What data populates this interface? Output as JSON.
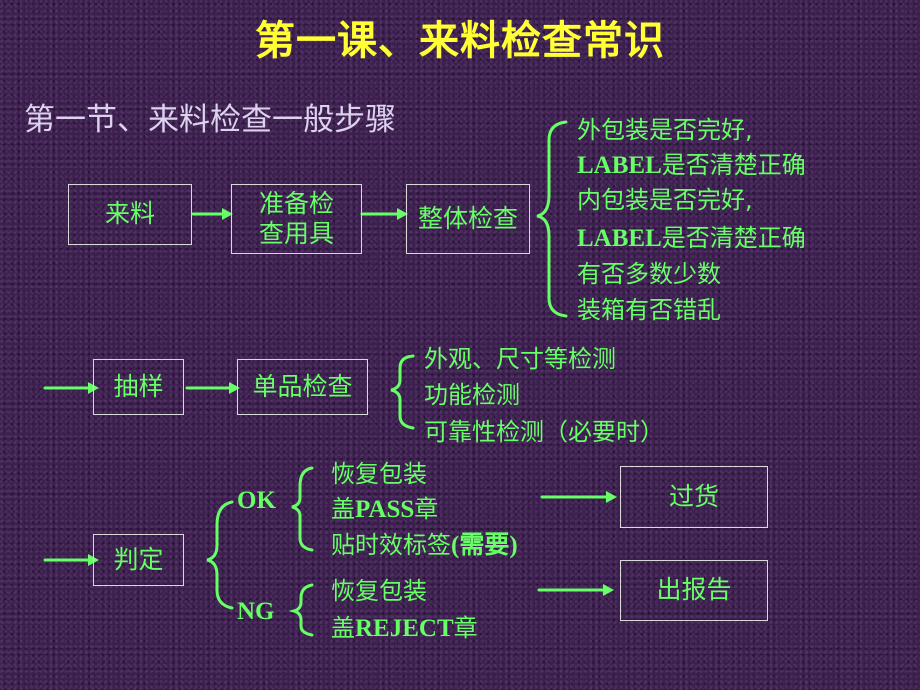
{
  "title": "第一课、来料检查常识",
  "subtitle": "第一节、来料检查一般步骤",
  "flow1": {
    "incoming": "来料",
    "prepare_line1": "准备检",
    "prepare_line2": "查用具",
    "overall": "整体检查",
    "items": [
      "外包装是否完好,",
      "LABEL",
      "是否清楚正确",
      "内包装是否完好,",
      "LABEL",
      "是否清楚正确",
      "有否多数少数",
      "装箱有否错乱"
    ]
  },
  "flow2": {
    "sampling": "抽样",
    "single": "单品检查",
    "items": [
      "外观、尺寸等检测",
      "功能检测",
      "可靠性检测（必要时）"
    ]
  },
  "flow3": {
    "judge": "判定",
    "ok_label": "OK",
    "ok_items": [
      "恢复包装",
      "盖",
      "PASS",
      "章",
      "贴时效标签",
      "(需要)"
    ],
    "ng_label": "NG",
    "ng_items": [
      "恢复包装",
      "盖",
      "REJECT",
      "章"
    ],
    "pass_goods": "过货",
    "report": "出报告"
  }
}
